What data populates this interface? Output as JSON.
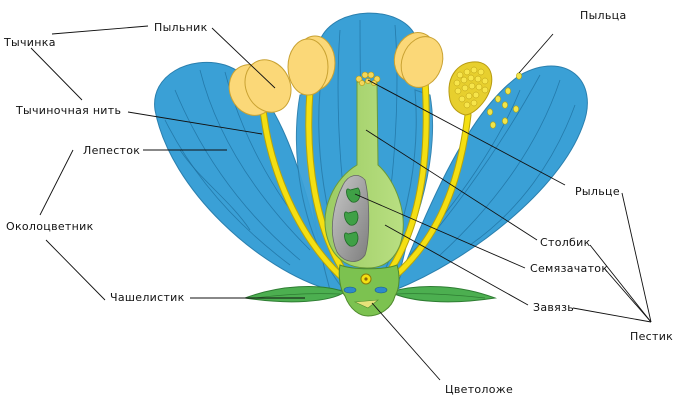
{
  "title": "Строение цветка",
  "labels": {
    "stamen": "Тычинка",
    "anther": "Пыльник",
    "filament": "Тычиночная нить",
    "petal": "Лепесток",
    "perianth": "Околоцветник",
    "sepal": "Чашелистик",
    "pollen": "Пыльца",
    "stigma": "Рыльце",
    "style": "Столбик",
    "ovule": "Семязачаток",
    "ovary": "Завязь",
    "pistil": "Пестик",
    "receptacle": "Цветоложе"
  },
  "colors": {
    "petal": "#3aa0d6",
    "anther": "#fbd878",
    "filament": "#f4df12",
    "pistil": "#a6d46a",
    "sepal": "#4caf50",
    "ovary_cavity": "#9a9a9a"
  }
}
